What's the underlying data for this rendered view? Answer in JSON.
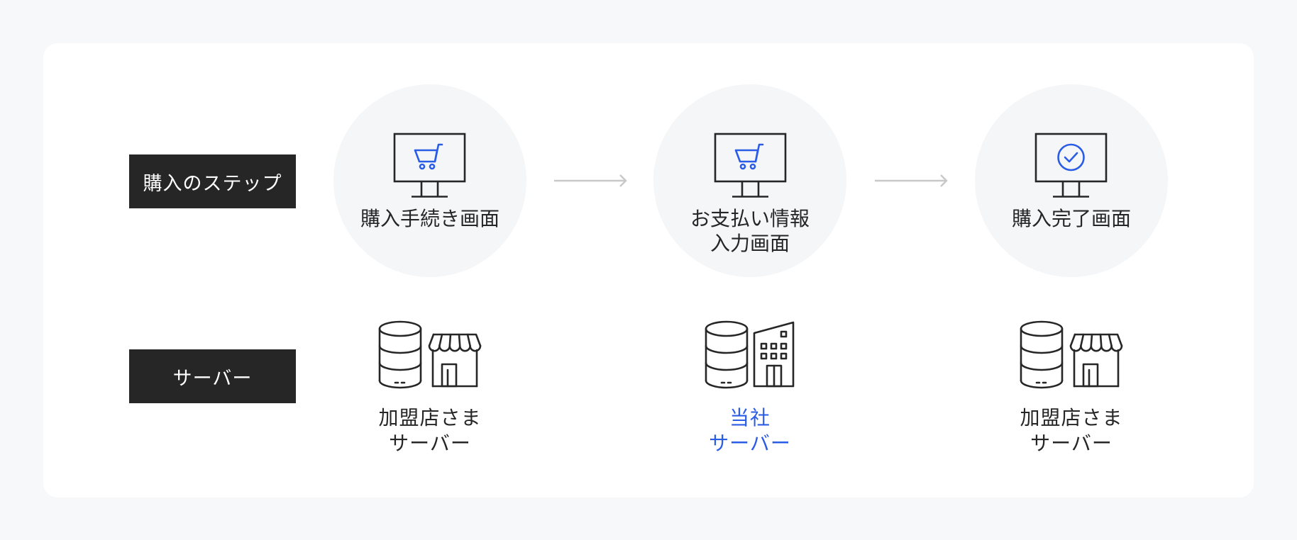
{
  "rows": {
    "steps_label": "購入のステップ",
    "server_label": "サーバー"
  },
  "steps": [
    {
      "lines": [
        "購入手続き画面"
      ],
      "icon": "monitor-cart-icon"
    },
    {
      "lines": [
        "お支払い情報",
        "入力画面"
      ],
      "icon": "monitor-cart-icon"
    },
    {
      "lines": [
        "購入完了画面"
      ],
      "icon": "monitor-check-icon"
    }
  ],
  "servers": [
    {
      "lines": [
        "加盟店さま",
        "サーバー"
      ],
      "icon": "database-shop-icon",
      "highlight": false
    },
    {
      "lines": [
        "当社",
        "サーバー"
      ],
      "icon": "database-office-building-icon",
      "highlight": true
    },
    {
      "lines": [
        "加盟店さま",
        "サーバー"
      ],
      "icon": "database-shop-icon",
      "highlight": false
    }
  ],
  "colors": {
    "accent": "#2b5ce6",
    "label_bg": "#262626",
    "page_bg": "#f7f8fa",
    "circle_bg": "#f5f6f8",
    "arrow": "#c8c8c8",
    "text": "#262626"
  }
}
